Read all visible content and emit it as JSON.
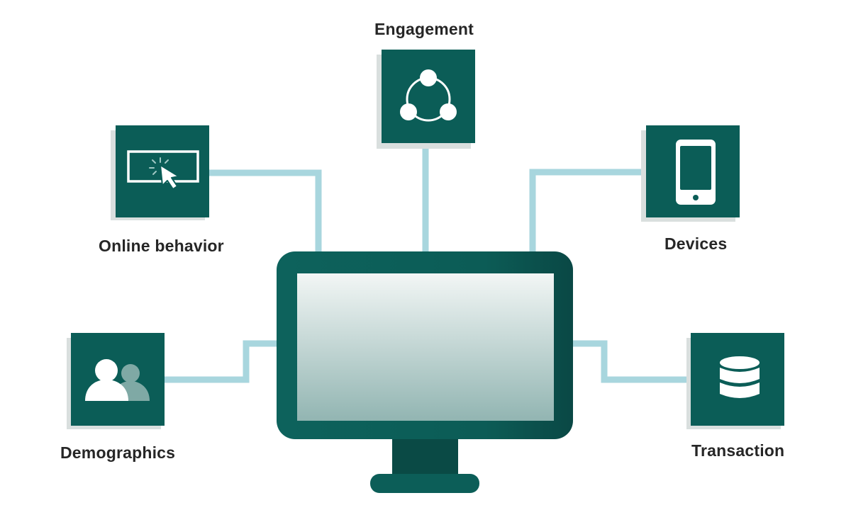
{
  "diagram": {
    "center_node": "computer-monitor",
    "nodes": [
      {
        "id": "engagement",
        "label": "Engagement",
        "icon": "share-network-icon"
      },
      {
        "id": "online-behavior",
        "label": "Online behavior",
        "icon": "click-button-icon"
      },
      {
        "id": "devices",
        "label": "Devices",
        "icon": "smartphone-icon"
      },
      {
        "id": "demographics",
        "label": "Demographics",
        "icon": "users-icon"
      },
      {
        "id": "transaction",
        "label": "Transaction",
        "icon": "database-icon"
      }
    ]
  },
  "colors": {
    "tile": "#0b5d57",
    "tile_shadow": "#d9dfde",
    "connector": "#a8d6de",
    "monitor_frame": "#0c5e58",
    "monitor_stand": "#0a4a45",
    "icon": "#ffffff"
  }
}
